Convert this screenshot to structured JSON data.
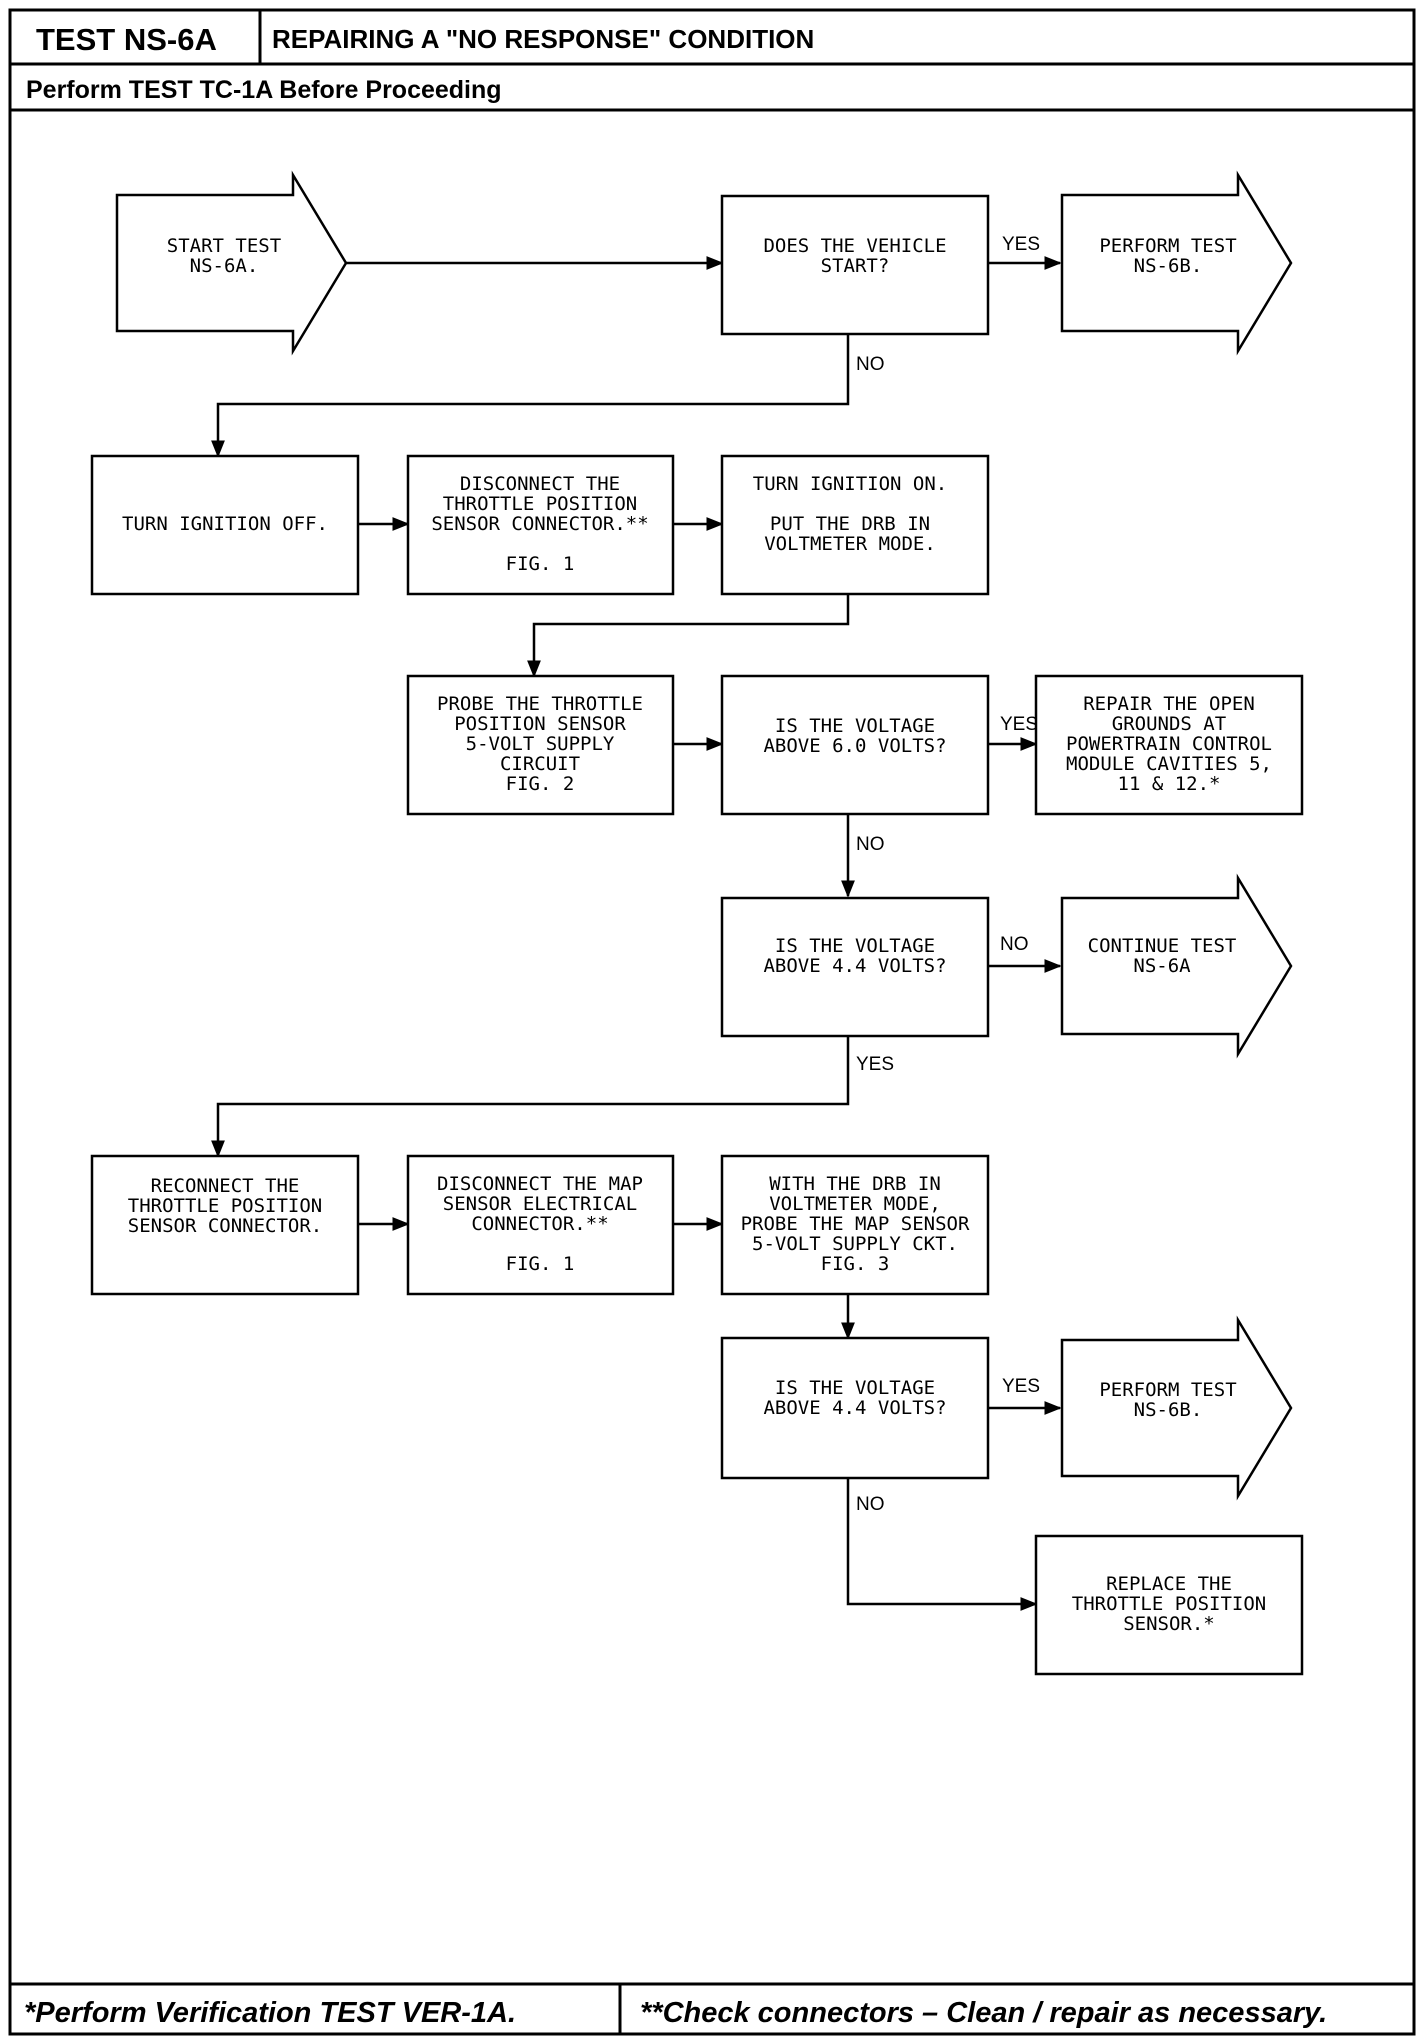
{
  "header": {
    "test_id": "TEST NS-6A",
    "title": "REPAIRING A \"NO RESPONSE\" CONDITION",
    "subtitle": "Perform TEST TC-1A Before Proceeding"
  },
  "footer": {
    "left": "*Perform Verification TEST VER-1A.",
    "right": "**Check connectors – Clean / repair as necessary."
  },
  "nodes": {
    "start": [
      "START TEST",
      "NS-6A."
    ],
    "q_start": [
      "DOES THE VEHICLE",
      "START?"
    ],
    "perform_6b_a": [
      "PERFORM TEST",
      "NS-6B."
    ],
    "ign_off": [
      "TURN IGNITION OFF."
    ],
    "disc_tps": [
      "DISCONNECT THE",
      "THROTTLE POSITION",
      "SENSOR CONNECTOR.**",
      "",
      "FIG. 1"
    ],
    "ign_on": [
      "TURN IGNITION ON.",
      "",
      "PUT THE DRB IN",
      "VOLTMETER MODE."
    ],
    "probe_tps": [
      "PROBE THE THROTTLE",
      "POSITION SENSOR",
      "5-VOLT SUPPLY",
      "CIRCUIT",
      "FIG. 2"
    ],
    "q_6v": [
      "IS THE VOLTAGE",
      "ABOVE 6.0 VOLTS?"
    ],
    "repair_grounds": [
      "REPAIR THE OPEN",
      "GROUNDS AT",
      "POWERTRAIN CONTROL",
      "MODULE CAVITIES 5,",
      "11 & 12.*"
    ],
    "q_44a": [
      "IS THE VOLTAGE",
      "ABOVE 4.4 VOLTS?"
    ],
    "continue_6a": [
      "CONTINUE TEST",
      "NS-6A"
    ],
    "reconnect_tps": [
      "RECONNECT THE",
      "THROTTLE POSITION",
      "SENSOR CONNECTOR."
    ],
    "disc_map": [
      "DISCONNECT THE MAP",
      "SENSOR ELECTRICAL",
      "CONNECTOR.**",
      "",
      "FIG. 1"
    ],
    "probe_map": [
      "WITH THE DRB IN",
      "VOLTMETER MODE,",
      "PROBE THE MAP SENSOR",
      "5-VOLT SUPPLY CKT.",
      "FIG. 3"
    ],
    "q_44b": [
      "IS THE VOLTAGE",
      "ABOVE 4.4 VOLTS?"
    ],
    "perform_6b_b": [
      "PERFORM TEST",
      "NS-6B."
    ],
    "replace_tps": [
      "REPLACE THE",
      "THROTTLE POSITION",
      "SENSOR.*"
    ]
  },
  "edge_labels": {
    "q_start_yes": "YES",
    "q_start_no": "NO",
    "q_6v_yes": "YES",
    "q_6v_no": "NO",
    "q_44a_no": "NO",
    "q_44a_yes": "YES",
    "q_44b_yes": "YES",
    "q_44b_no": "NO"
  }
}
